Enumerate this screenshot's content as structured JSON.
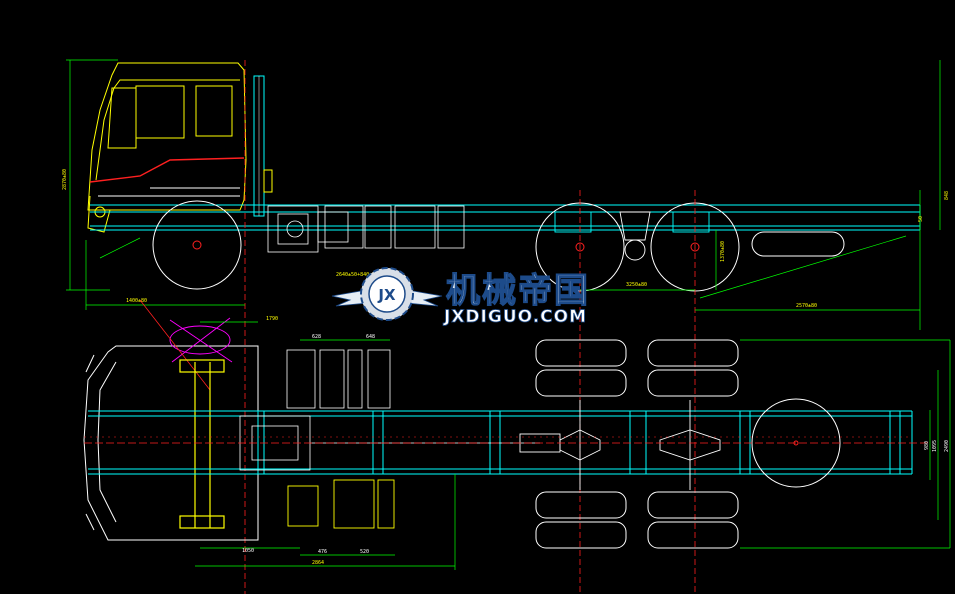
{
  "drawing": {
    "colors": {
      "frame": "#00ffff",
      "cab": "#ffff00",
      "centerline": "#ff2020",
      "outline": "#ffffff",
      "dimension": "#00ff00",
      "detail": "#ff00ff",
      "background": "#000000"
    },
    "side_view": {
      "dims": {
        "cab_height": "2870±80",
        "front_overhang": "1400±80",
        "rear_overhang": "2570±80",
        "mid_span": "3250±80",
        "wheel_radius": "1370±80",
        "right_height": "848",
        "right_small": "50",
        "frame_width_note": "2640±50+840±50"
      }
    },
    "top_view": {
      "dims": {
        "a": "1790",
        "b": "628",
        "c": "648",
        "d": "1050",
        "e": "476",
        "f": "520",
        "g": "2864",
        "h": "980",
        "i": "1095",
        "j": "2490"
      }
    },
    "watermark": {
      "chinese": "机械帝国",
      "latin": "JXDIGUO.COM",
      "logo_letters": "JX"
    }
  }
}
